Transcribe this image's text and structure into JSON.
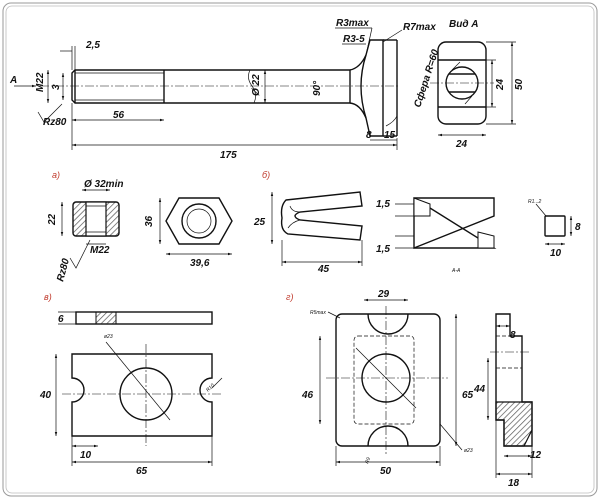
{
  "colors": {
    "frame": "#9a9a9a",
    "line": "#111111",
    "label": "#c0392b",
    "hatch": "#555555"
  },
  "bolt": {
    "view_arrow": "A",
    "thread": "M22",
    "d3": "3",
    "roughness": "Rz80",
    "chamfer": "2,5",
    "len56": "56",
    "dia22": "Ø 22",
    "angle": "90°",
    "r3max": "R3max",
    "r35": "R3-5",
    "r7max": "R7max",
    "sphere": "Сфера R=60",
    "len8": "8",
    "len15": "15",
    "len175": "175"
  },
  "view_a": {
    "title": "Вид А",
    "w24": "24",
    "h24": "24",
    "h50": "50"
  },
  "panel_a": {
    "tag": "а)",
    "d32": "Ø 32min",
    "h22": "22",
    "thread": "M22",
    "rough": "Rz80",
    "h36": "36",
    "w396": "39,6"
  },
  "panel_b": {
    "tag": "б)",
    "h25": "25",
    "w45": "45",
    "t15a": "1,5",
    "t15b": "1,5",
    "section": "А-А",
    "r12": "R1...2",
    "h8": "8",
    "w10": "10"
  },
  "panel_v": {
    "tag": "в)",
    "t6": "6",
    "d23": "ø23",
    "r10": "R10",
    "h40": "40",
    "w10": "10",
    "w65": "65"
  },
  "panel_g": {
    "tag": "г)",
    "r5": "R5max",
    "w29": "29",
    "h46": "46",
    "h65": "65",
    "r9": "R9",
    "d23": "ø23",
    "w50": "50",
    "w8": "8",
    "h44": "44",
    "w12": "12",
    "w18": "18"
  }
}
